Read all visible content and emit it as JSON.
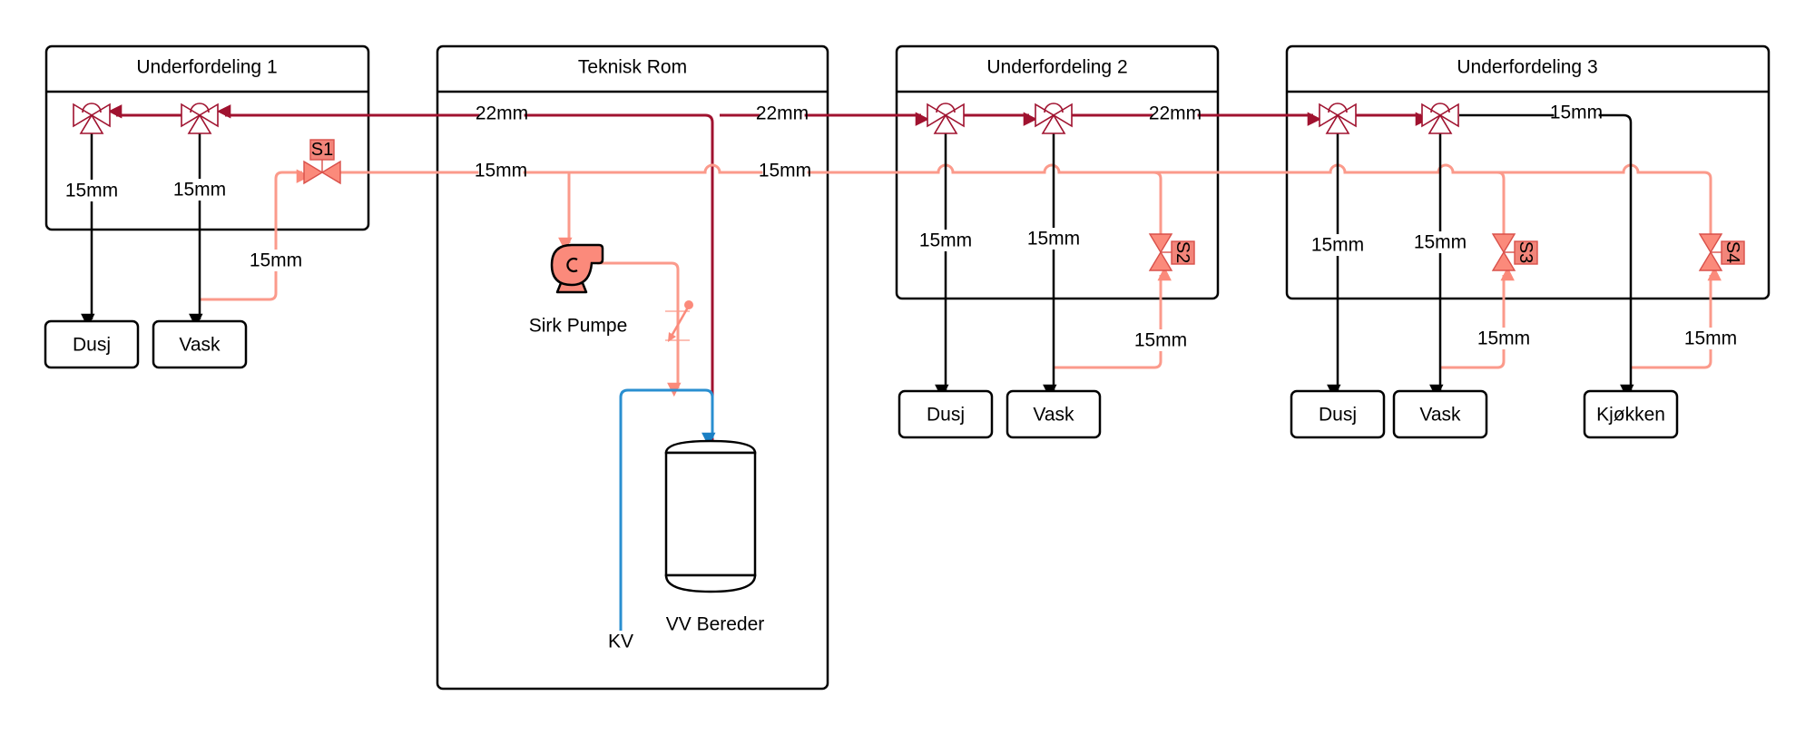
{
  "diagram": {
    "colors": {
      "hot_water": "#a0122f",
      "circulation": "#fb9a8b",
      "cold_water": "#2a8fd0",
      "fixture_line": "#000000",
      "valve_fill": "#fb8a7b"
    },
    "containers": [
      {
        "id": "uf1",
        "title": "Underfordeling 1"
      },
      {
        "id": "teknisk",
        "title": "Teknisk Rom"
      },
      {
        "id": "uf2",
        "title": "Underfordeling 2"
      },
      {
        "id": "uf3",
        "title": "Underfordeling 3"
      }
    ],
    "fixtures": {
      "uf1_dusj": "Dusj",
      "uf1_vask": "Vask",
      "uf2_dusj": "Dusj",
      "uf2_vask": "Vask",
      "uf3_dusj": "Dusj",
      "uf3_vask": "Vask",
      "uf3_kjokken": "Kjøkken"
    },
    "equipment": {
      "pump_label": "Sirk Pumpe",
      "tank_label": "VV Bereder",
      "cold_label": "KV"
    },
    "valve_tags": {
      "s1": "S1",
      "s2": "S2",
      "s3": "S3",
      "s4": "S4"
    },
    "pipe_labels": {
      "hot_main_west": "22mm",
      "hot_main_east": "22mm",
      "hot_uf2_uf3": "22mm",
      "circ_west": "15mm",
      "circ_east": "15mm",
      "uf1_dusj": "15mm",
      "uf1_vask": "15mm",
      "uf1_return": "15mm",
      "uf2_dusj": "15mm",
      "uf2_vask": "15mm",
      "uf2_return": "15mm",
      "uf3_dusj": "15mm",
      "uf3_vask": "15mm",
      "uf3_kjokken": "15mm",
      "uf3_return_s3": "15mm",
      "uf3_return_s4": "15mm"
    }
  }
}
